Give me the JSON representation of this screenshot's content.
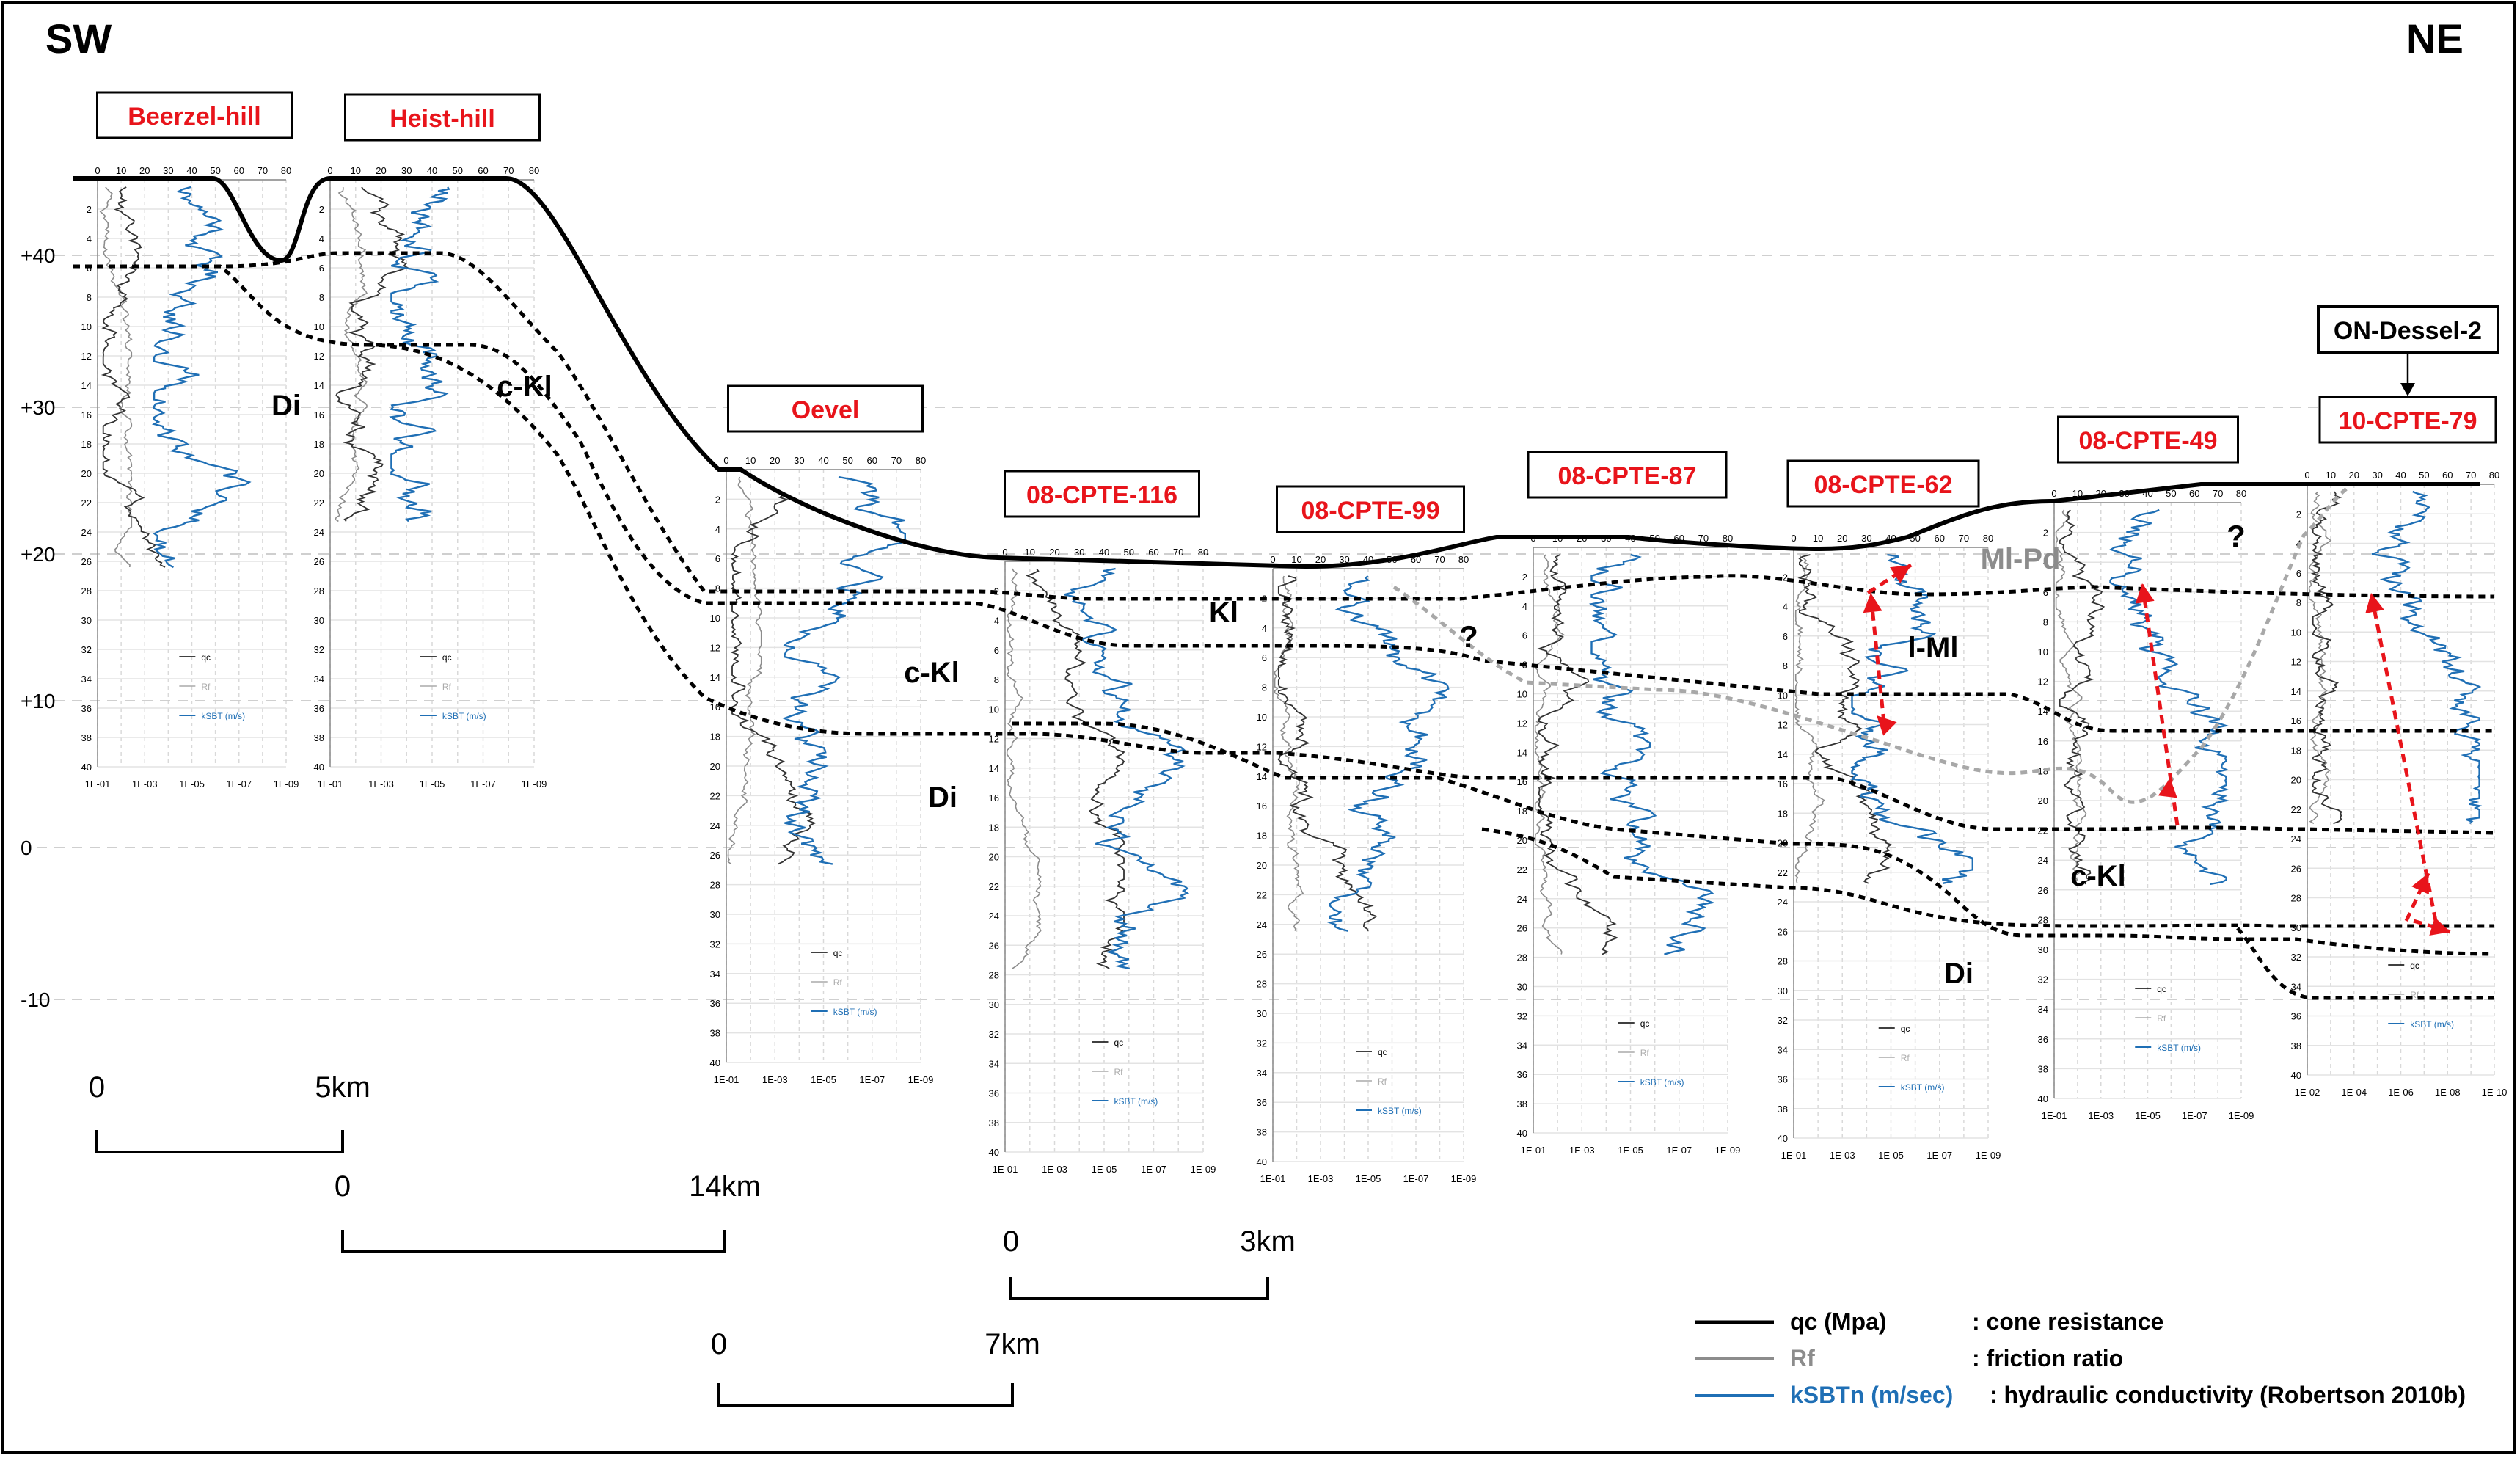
{
  "direction": {
    "left": "SW",
    "right": "NE"
  },
  "elevation_labels": [
    "+40",
    "+30",
    "+20",
    "+10",
    "0",
    "-10"
  ],
  "cpt_titles": [
    {
      "text": "Beerzel-hill"
    },
    {
      "text": "Heist-hill"
    },
    {
      "text": "Oevel"
    },
    {
      "text": "08-CPTE-116"
    },
    {
      "text": "08-CPTE-99"
    },
    {
      "text": "08-CPTE-87"
    },
    {
      "text": "08-CPTE-62"
    },
    {
      "text": "08-CPTE-49"
    },
    {
      "text": "10-CPTE-79"
    }
  ],
  "ondessel_label": "ON-Dessel-2",
  "unit_labels": [
    "Di",
    "c-Kl",
    "c-Kl",
    "Di",
    "Kl",
    "l-Ml",
    "Ml-Pd",
    "c-Kl",
    "Di"
  ],
  "question_marks": [
    "?",
    "?"
  ],
  "panel_legend": {
    "qc": "qc",
    "rf": "Rf",
    "k": "kSBT (m/s)"
  },
  "scale_bars": [
    {
      "start": "0",
      "end": "5km"
    },
    {
      "start": "0",
      "end": "14km"
    },
    {
      "start": "0",
      "end": "3km"
    },
    {
      "start": "0",
      "end": "7km"
    }
  ],
  "legend": [
    {
      "key": "qc (Mpa)",
      "desc": ": cone resistance",
      "color": "#000000"
    },
    {
      "key": "Rf",
      "desc": ": friction ratio",
      "color": "#8c8c8c"
    },
    {
      "key": "kSBTn (m/sec)",
      "desc": ": hydraulic conductivity (Robertson 2010b)",
      "color": "#1f6fb5"
    }
  ],
  "qc_ticks": [
    "0",
    "10",
    "20",
    "30",
    "40",
    "50",
    "60",
    "70",
    "80"
  ],
  "k_ticks_a": [
    "1E-01",
    "1E-03",
    "1E-05",
    "1E-07",
    "1E-09"
  ],
  "k_ticks_b": [
    "1E-02",
    "1E-04",
    "1E-06",
    "1E-08",
    "1E-10"
  ],
  "colors": {
    "title_red": "#e8141b",
    "k_blue": "#1f6fb5",
    "rf_grey": "#8c8c8c",
    "arrow_red": "#e8141b",
    "gray_label": "#8c8c8c"
  }
}
